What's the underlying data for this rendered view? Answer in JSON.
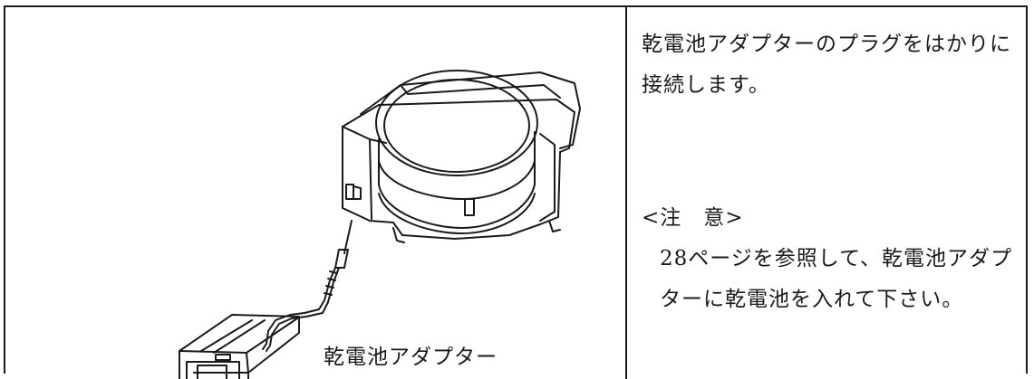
{
  "illustration": {
    "adapter_label": "乾電池アダプター"
  },
  "instructions": {
    "main_text": "乾電池アダプターのプラグをはかりに接続します。",
    "note_heading": "<注　意>",
    "note_body": "28ページを参照して、乾電池アダプターに乾電池を入れて下さい。"
  }
}
